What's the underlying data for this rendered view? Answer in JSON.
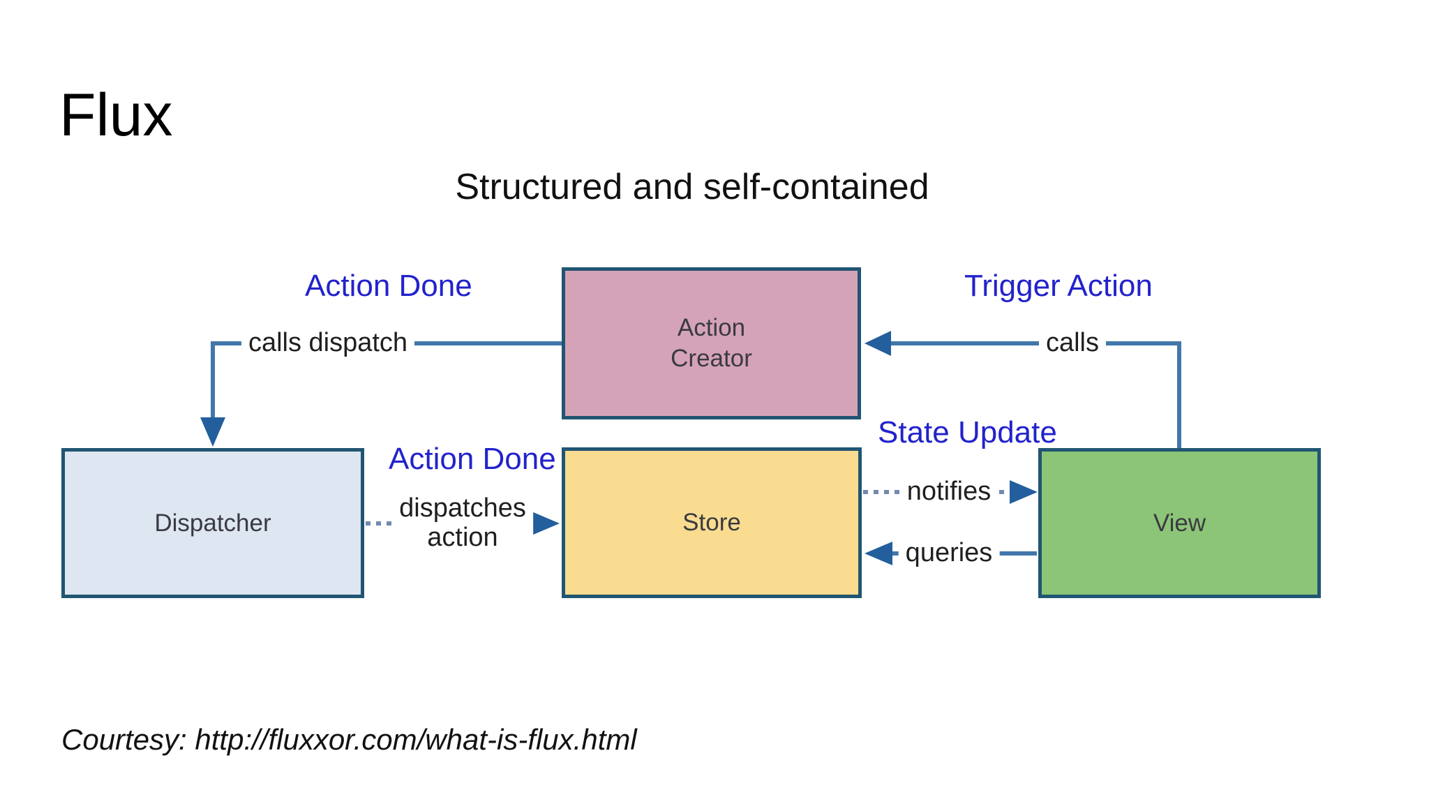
{
  "slide": {
    "title": "Flux",
    "subtitle": "Structured and self-contained",
    "credit": "Courtesy: http://fluxxor.com/what-is-flux.html"
  },
  "colors": {
    "box-border": "#215573",
    "line-solid": "#4177ab",
    "line-dotted": "#7389ae",
    "arrow": "#235e9d",
    "flow-text": "#2222cc",
    "action-creator-fill": "#d5a3b8",
    "dispatcher-fill": "#dde6f1",
    "store-fill": "#f9dc90",
    "view-fill": "#8cc578"
  },
  "diagram": {
    "nodes": [
      {
        "id": "action-creator",
        "label": "Action\nCreator",
        "fill": "#d5a3b8"
      },
      {
        "id": "dispatcher",
        "label": "Dispatcher",
        "fill": "#dde6f1"
      },
      {
        "id": "store",
        "label": "Store",
        "fill": "#f9dc90"
      },
      {
        "id": "view",
        "label": "View",
        "fill": "#8cc578"
      }
    ],
    "flow_labels": [
      {
        "id": "action-done-left",
        "text": "Action Done"
      },
      {
        "id": "trigger-action",
        "text": "Trigger Action"
      },
      {
        "id": "action-done-mid",
        "text": "Action Done"
      },
      {
        "id": "state-update",
        "text": "State Update"
      }
    ],
    "edge_labels": [
      {
        "id": "calls-dispatch",
        "text": "calls dispatch"
      },
      {
        "id": "calls",
        "text": "calls"
      },
      {
        "id": "dispatches-action",
        "text": "dispatches\naction"
      },
      {
        "id": "notifies",
        "text": "notifies"
      },
      {
        "id": "queries",
        "text": "queries"
      }
    ]
  }
}
